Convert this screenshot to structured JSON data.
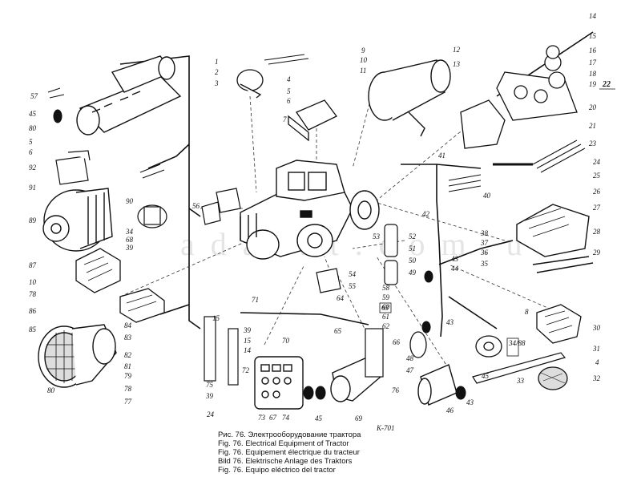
{
  "watermark": "adarat.com.ua",
  "caption": [
    "Рис. 76. Электрооборудование трактора",
    "Fig. 76. Electrical Equipment of Tractor",
    "Fig. 76. Equipement électrique du tracteur",
    "Bild 76. Elektrische Anlage des Traktors",
    "Fig. 76. Equipo eléctrico del tractor"
  ],
  "small_mark": "К-701",
  "part_labels": [
    "1",
    "2",
    "3",
    "4",
    "5",
    "6",
    "7",
    "8",
    "9",
    "10",
    "11",
    "12",
    "13",
    "14",
    "15",
    "16",
    "17",
    "18",
    "19",
    "20",
    "21",
    "22",
    "23",
    "24",
    "25",
    "26",
    "27",
    "28",
    "29",
    "30",
    "31",
    "32",
    "33",
    "34",
    "35",
    "36",
    "37",
    "38",
    "39",
    "40",
    "41",
    "42",
    "43",
    "44",
    "45",
    "46",
    "47",
    "48",
    "49",
    "50",
    "51",
    "52",
    "53",
    "54",
    "55",
    "56",
    "57",
    "58",
    "59",
    "60",
    "61",
    "62",
    "63",
    "64",
    "65",
    "66",
    "67",
    "68",
    "69",
    "70",
    "71",
    "72",
    "73",
    "74",
    "75",
    "76",
    "77",
    "78",
    "79",
    "80",
    "81",
    "82",
    "83",
    "84",
    "85",
    "86",
    "87",
    "88",
    "89",
    "90",
    "91",
    "92"
  ],
  "boxed_labels": [
    "34/88",
    "63",
    "22"
  ]
}
